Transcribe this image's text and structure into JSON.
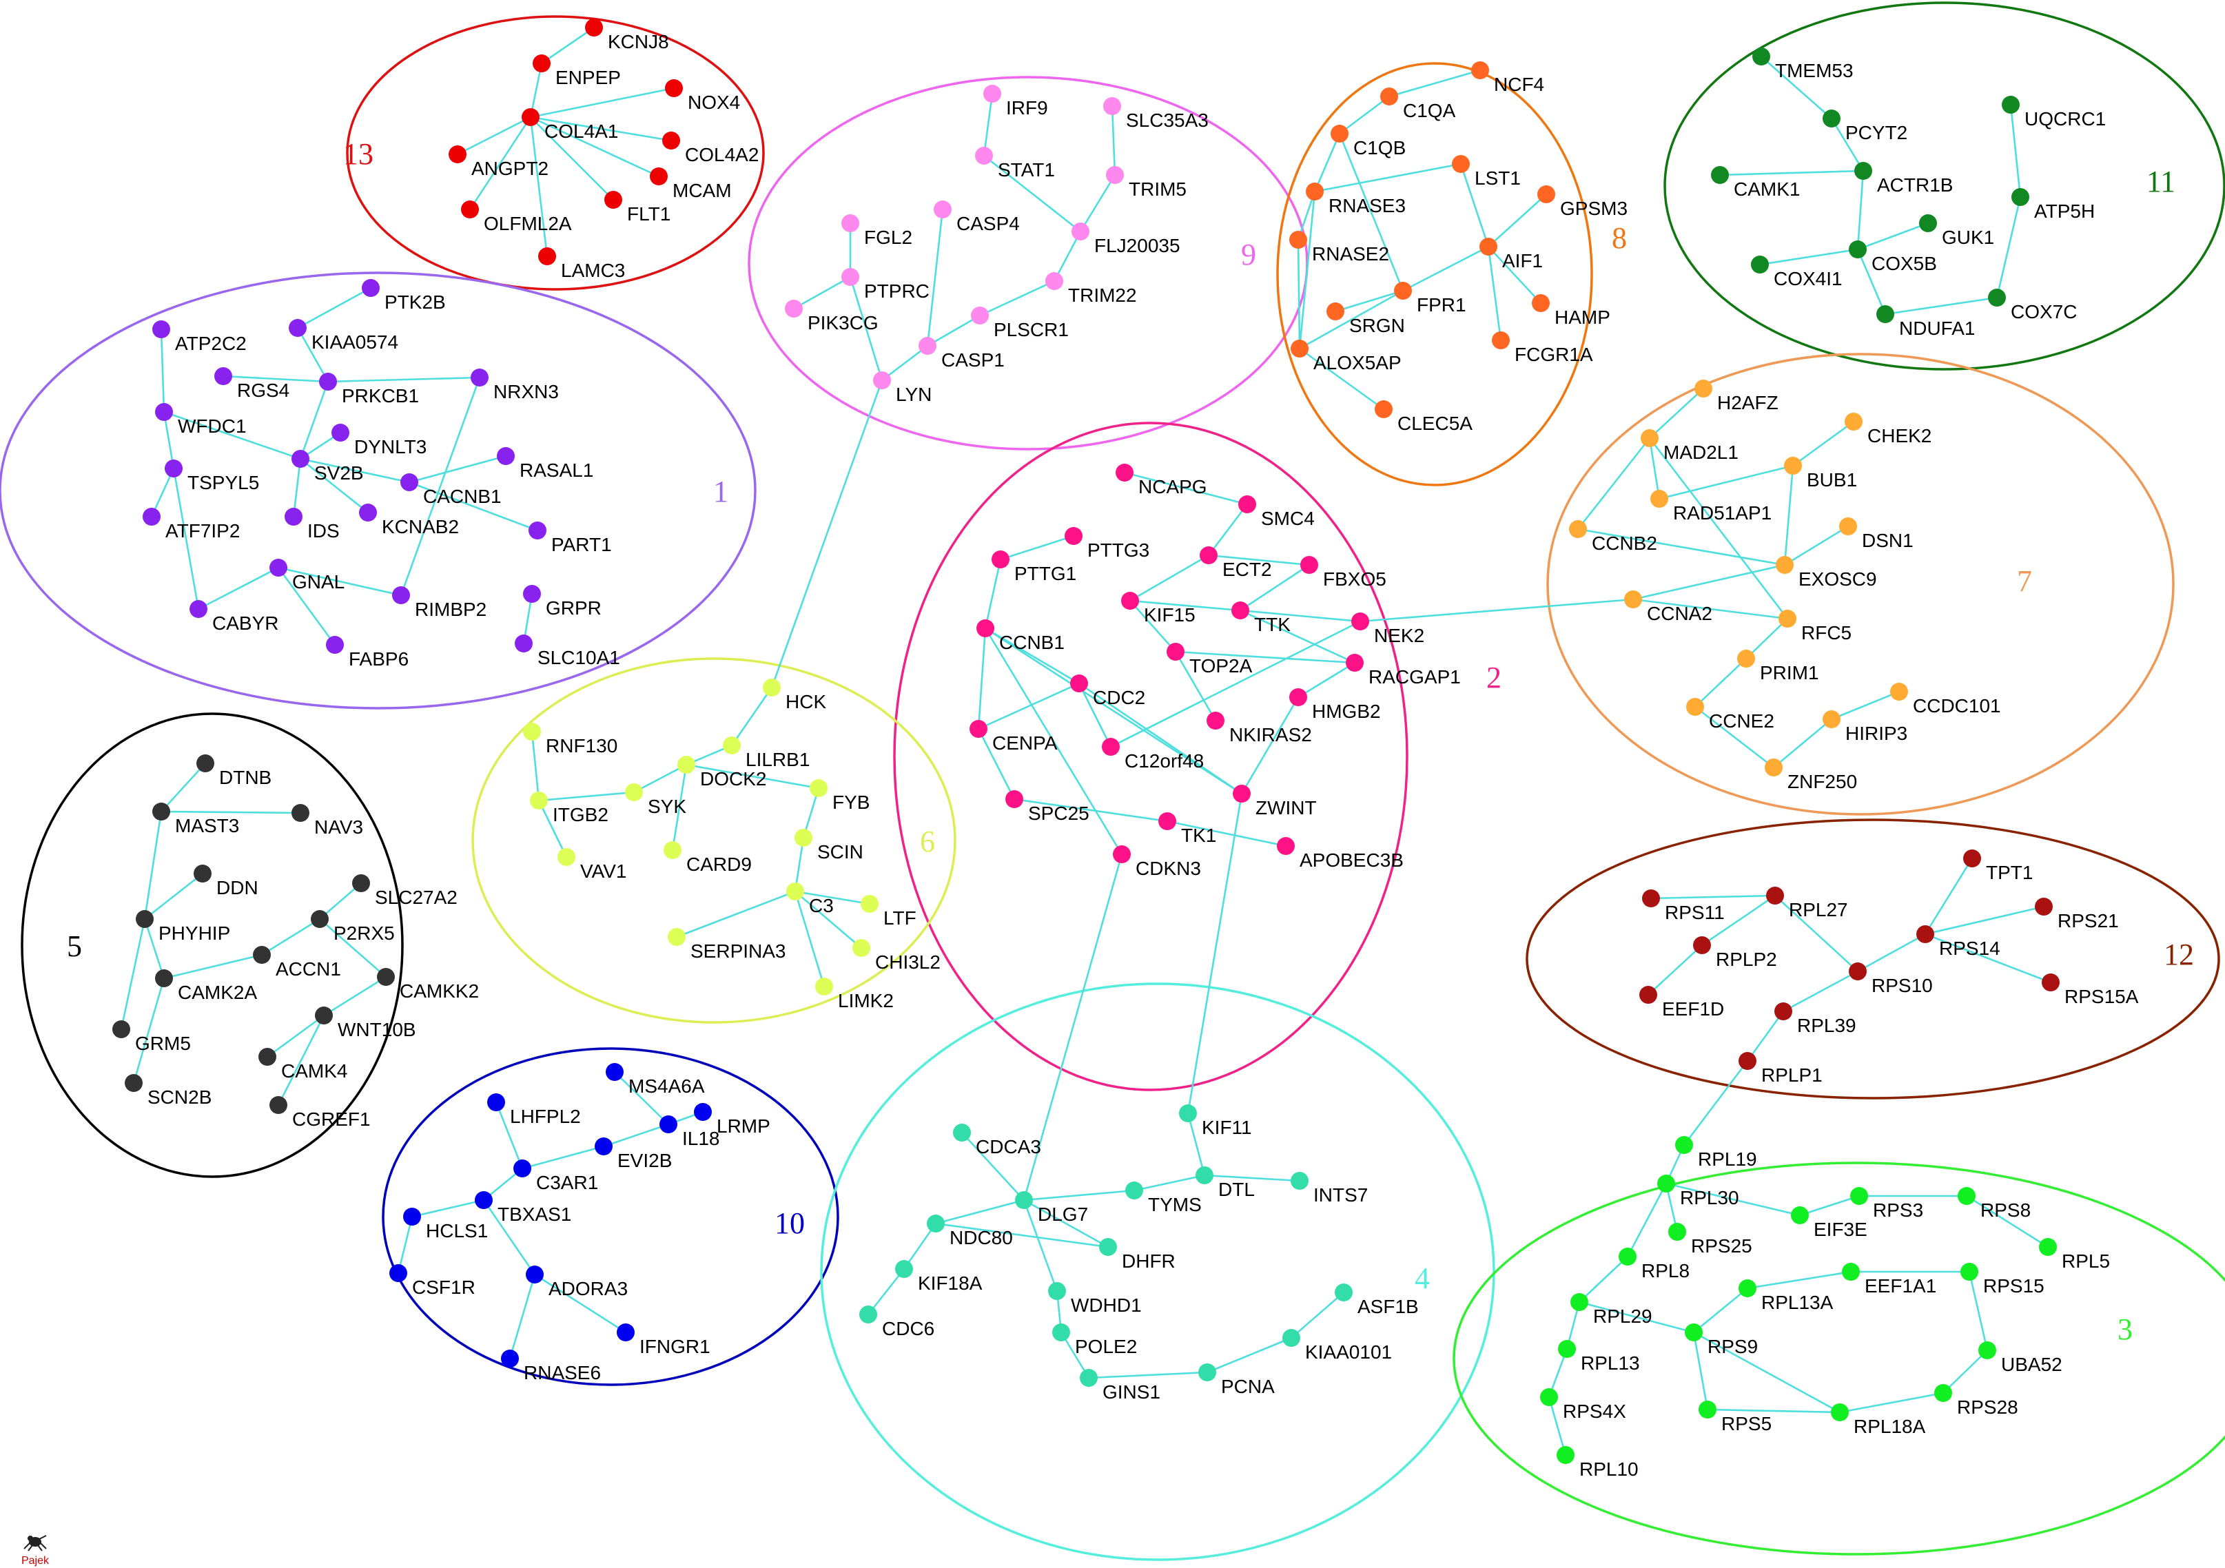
{
  "footer": {
    "logo_text": "Pajek",
    "logo_icon": "spider-icon"
  },
  "modules": [
    {
      "id": "13",
      "label": "13",
      "color": "#dd1111",
      "node_color": "#ee0000"
    },
    {
      "id": "1",
      "label": "1",
      "color": "#9966ee",
      "node_color": "#8822ee"
    },
    {
      "id": "9",
      "label": "9",
      "color": "#ee66ee",
      "node_color": "#ff88ee"
    },
    {
      "id": "8",
      "label": "8",
      "color": "#ee7711",
      "node_color": "#ff6622"
    },
    {
      "id": "11",
      "label": "11",
      "color": "#117711",
      "node_color": "#118822"
    },
    {
      "id": "2",
      "label": "2",
      "color": "#ee2288",
      "node_color": "#ff1188"
    },
    {
      "id": "7",
      "label": "7",
      "color": "#ee9955",
      "node_color": "#ffaa33"
    },
    {
      "id": "5",
      "label": "5",
      "color": "#000000",
      "node_color": "#333333"
    },
    {
      "id": "6",
      "label": "6",
      "color": "#ddee55",
      "node_color": "#ddff55"
    },
    {
      "id": "12",
      "label": "12",
      "color": "#882200",
      "node_color": "#aa1111"
    },
    {
      "id": "10",
      "label": "10",
      "color": "#0000bb",
      "node_color": "#0000ee"
    },
    {
      "id": "4",
      "label": "4",
      "color": "#55eedd",
      "node_color": "#33ddaa"
    },
    {
      "id": "3",
      "label": "3",
      "color": "#33ee33",
      "node_color": "#11ee22"
    }
  ],
  "nodes": [
    {
      "id": "KCNJ8",
      "m": "13"
    },
    {
      "id": "ENPEP",
      "m": "13"
    },
    {
      "id": "NOX4",
      "m": "13"
    },
    {
      "id": "COL4A1",
      "m": "13"
    },
    {
      "id": "COL4A2",
      "m": "13"
    },
    {
      "id": "ANGPT2",
      "m": "13"
    },
    {
      "id": "MCAM",
      "m": "13"
    },
    {
      "id": "FLT1",
      "m": "13"
    },
    {
      "id": "OLFML2A",
      "m": "13"
    },
    {
      "id": "LAMC3",
      "m": "13"
    },
    {
      "id": "PTK2B",
      "m": "1"
    },
    {
      "id": "ATP2C2",
      "m": "1"
    },
    {
      "id": "KIAA0574",
      "m": "1"
    },
    {
      "id": "RGS4",
      "m": "1"
    },
    {
      "id": "PRKCB1",
      "m": "1"
    },
    {
      "id": "NRXN3",
      "m": "1"
    },
    {
      "id": "WFDC1",
      "m": "1"
    },
    {
      "id": "DYNLT3",
      "m": "1"
    },
    {
      "id": "SV2B",
      "m": "1"
    },
    {
      "id": "RASAL1",
      "m": "1"
    },
    {
      "id": "TSPYL5",
      "m": "1"
    },
    {
      "id": "CACNB1",
      "m": "1"
    },
    {
      "id": "ATF7IP2",
      "m": "1"
    },
    {
      "id": "IDS",
      "m": "1"
    },
    {
      "id": "KCNAB2",
      "m": "1"
    },
    {
      "id": "PART1",
      "m": "1"
    },
    {
      "id": "GNAL",
      "m": "1"
    },
    {
      "id": "CABYR",
      "m": "1"
    },
    {
      "id": "RIMBP2",
      "m": "1"
    },
    {
      "id": "GRPR",
      "m": "1"
    },
    {
      "id": "FABP6",
      "m": "1"
    },
    {
      "id": "SLC10A1",
      "m": "1"
    },
    {
      "id": "IRF9",
      "m": "9"
    },
    {
      "id": "SLC35A3",
      "m": "9"
    },
    {
      "id": "STAT1",
      "m": "9"
    },
    {
      "id": "TRIM5",
      "m": "9"
    },
    {
      "id": "FGL2",
      "m": "9"
    },
    {
      "id": "CASP4",
      "m": "9"
    },
    {
      "id": "FLJ20035",
      "m": "9"
    },
    {
      "id": "PTPRC",
      "m": "9"
    },
    {
      "id": "TRIM22",
      "m": "9"
    },
    {
      "id": "PIK3CG",
      "m": "9"
    },
    {
      "id": "PLSCR1",
      "m": "9"
    },
    {
      "id": "CASP1",
      "m": "9"
    },
    {
      "id": "LYN",
      "m": "9"
    },
    {
      "id": "NCF4",
      "m": "8"
    },
    {
      "id": "C1QA",
      "m": "8"
    },
    {
      "id": "C1QB",
      "m": "8"
    },
    {
      "id": "LST1",
      "m": "8"
    },
    {
      "id": "RNASE3",
      "m": "8"
    },
    {
      "id": "GPSM3",
      "m": "8"
    },
    {
      "id": "RNASE2",
      "m": "8"
    },
    {
      "id": "AIF1",
      "m": "8"
    },
    {
      "id": "FPR1",
      "m": "8"
    },
    {
      "id": "SRGN",
      "m": "8"
    },
    {
      "id": "HAMP",
      "m": "8"
    },
    {
      "id": "ALOX5AP",
      "m": "8"
    },
    {
      "id": "FCGR1A",
      "m": "8"
    },
    {
      "id": "CLEC5A",
      "m": "8"
    },
    {
      "id": "TMEM53",
      "m": "11"
    },
    {
      "id": "UQCRC1",
      "m": "11"
    },
    {
      "id": "PCYT2",
      "m": "11"
    },
    {
      "id": "ACTR1B",
      "m": "11"
    },
    {
      "id": "CAMK1",
      "m": "11"
    },
    {
      "id": "ATP5H",
      "m": "11"
    },
    {
      "id": "GUK1",
      "m": "11"
    },
    {
      "id": "COX5B",
      "m": "11"
    },
    {
      "id": "COX4I1",
      "m": "11"
    },
    {
      "id": "COX7C",
      "m": "11"
    },
    {
      "id": "NDUFA1",
      "m": "11"
    },
    {
      "id": "NCAPG",
      "m": "2"
    },
    {
      "id": "SMC4",
      "m": "2"
    },
    {
      "id": "PTTG3",
      "m": "2"
    },
    {
      "id": "ECT2",
      "m": "2"
    },
    {
      "id": "PTTG1",
      "m": "2"
    },
    {
      "id": "FBXO5",
      "m": "2"
    },
    {
      "id": "KIF15",
      "m": "2"
    },
    {
      "id": "TTK",
      "m": "2"
    },
    {
      "id": "NEK2",
      "m": "2"
    },
    {
      "id": "CCNB1",
      "m": "2"
    },
    {
      "id": "TOP2A",
      "m": "2"
    },
    {
      "id": "RACGAP1",
      "m": "2"
    },
    {
      "id": "CDC2",
      "m": "2"
    },
    {
      "id": "HMGB2",
      "m": "2"
    },
    {
      "id": "CENPA",
      "m": "2"
    },
    {
      "id": "NKIRAS2",
      "m": "2"
    },
    {
      "id": "C12orf48",
      "m": "2"
    },
    {
      "id": "SPC25",
      "m": "2"
    },
    {
      "id": "ZWINT",
      "m": "2"
    },
    {
      "id": "TK1",
      "m": "2"
    },
    {
      "id": "CDKN3",
      "m": "2"
    },
    {
      "id": "APOBEC3B",
      "m": "2"
    },
    {
      "id": "H2AFZ",
      "m": "7"
    },
    {
      "id": "CHEK2",
      "m": "7"
    },
    {
      "id": "MAD2L1",
      "m": "7"
    },
    {
      "id": "BUB1",
      "m": "7"
    },
    {
      "id": "RAD51AP1",
      "m": "7"
    },
    {
      "id": "CCNB2",
      "m": "7"
    },
    {
      "id": "DSN1",
      "m": "7"
    },
    {
      "id": "EXOSC9",
      "m": "7"
    },
    {
      "id": "CCNA2",
      "m": "7"
    },
    {
      "id": "RFC5",
      "m": "7"
    },
    {
      "id": "PRIM1",
      "m": "7"
    },
    {
      "id": "CCDC101",
      "m": "7"
    },
    {
      "id": "CCNE2",
      "m": "7"
    },
    {
      "id": "HIRIP3",
      "m": "7"
    },
    {
      "id": "ZNF250",
      "m": "7"
    },
    {
      "id": "DTNB",
      "m": "5"
    },
    {
      "id": "MAST3",
      "m": "5"
    },
    {
      "id": "NAV3",
      "m": "5"
    },
    {
      "id": "DDN",
      "m": "5"
    },
    {
      "id": "SLC27A2",
      "m": "5"
    },
    {
      "id": "PHYHIP",
      "m": "5"
    },
    {
      "id": "P2RX5",
      "m": "5"
    },
    {
      "id": "ACCN1",
      "m": "5"
    },
    {
      "id": "CAMK2A",
      "m": "5"
    },
    {
      "id": "CAMKK2",
      "m": "5"
    },
    {
      "id": "WNT10B",
      "m": "5"
    },
    {
      "id": "GRM5",
      "m": "5"
    },
    {
      "id": "CAMK4",
      "m": "5"
    },
    {
      "id": "SCN2B",
      "m": "5"
    },
    {
      "id": "CGREF1",
      "m": "5"
    },
    {
      "id": "HCK",
      "m": "6"
    },
    {
      "id": "RNF130",
      "m": "6"
    },
    {
      "id": "LILRB1",
      "m": "6"
    },
    {
      "id": "DOCK2",
      "m": "6"
    },
    {
      "id": "ITGB2",
      "m": "6"
    },
    {
      "id": "SYK",
      "m": "6"
    },
    {
      "id": "FYB",
      "m": "6"
    },
    {
      "id": "VAV1",
      "m": "6"
    },
    {
      "id": "CARD9",
      "m": "6"
    },
    {
      "id": "SCIN",
      "m": "6"
    },
    {
      "id": "C3",
      "m": "6"
    },
    {
      "id": "LTF",
      "m": "6"
    },
    {
      "id": "SERPINA3",
      "m": "6"
    },
    {
      "id": "CHI3L2",
      "m": "6"
    },
    {
      "id": "LIMK2",
      "m": "6"
    },
    {
      "id": "TPT1",
      "m": "12"
    },
    {
      "id": "RPS11",
      "m": "12"
    },
    {
      "id": "RPL27",
      "m": "12"
    },
    {
      "id": "RPS21",
      "m": "12"
    },
    {
      "id": "RPLP2",
      "m": "12"
    },
    {
      "id": "RPS14",
      "m": "12"
    },
    {
      "id": "RPS10",
      "m": "12"
    },
    {
      "id": "EEF1D",
      "m": "12"
    },
    {
      "id": "RPS15A",
      "m": "12"
    },
    {
      "id": "RPL39",
      "m": "12"
    },
    {
      "id": "RPLP1",
      "m": "12"
    },
    {
      "id": "MS4A6A",
      "m": "10"
    },
    {
      "id": "LHFPL2",
      "m": "10"
    },
    {
      "id": "LRMP",
      "m": "10"
    },
    {
      "id": "IL18",
      "m": "10"
    },
    {
      "id": "EVI2B",
      "m": "10"
    },
    {
      "id": "C3AR1",
      "m": "10"
    },
    {
      "id": "TBXAS1",
      "m": "10"
    },
    {
      "id": "HCLS1",
      "m": "10"
    },
    {
      "id": "CSF1R",
      "m": "10"
    },
    {
      "id": "ADORA3",
      "m": "10"
    },
    {
      "id": "IFNGR1",
      "m": "10"
    },
    {
      "id": "RNASE6",
      "m": "10"
    },
    {
      "id": "KIF11",
      "m": "4"
    },
    {
      "id": "CDCA3",
      "m": "4"
    },
    {
      "id": "DTL",
      "m": "4"
    },
    {
      "id": "INTS7",
      "m": "4"
    },
    {
      "id": "DLG7",
      "m": "4"
    },
    {
      "id": "TYMS",
      "m": "4"
    },
    {
      "id": "NDC80",
      "m": "4"
    },
    {
      "id": "DHFR",
      "m": "4"
    },
    {
      "id": "KIF18A",
      "m": "4"
    },
    {
      "id": "WDHD1",
      "m": "4"
    },
    {
      "id": "ASF1B",
      "m": "4"
    },
    {
      "id": "CDC6",
      "m": "4"
    },
    {
      "id": "KIAA0101",
      "m": "4"
    },
    {
      "id": "POLE2",
      "m": "4"
    },
    {
      "id": "GINS1",
      "m": "4"
    },
    {
      "id": "PCNA",
      "m": "4"
    },
    {
      "id": "RPL19",
      "m": "3"
    },
    {
      "id": "RPL30",
      "m": "3"
    },
    {
      "id": "RPS3",
      "m": "3"
    },
    {
      "id": "RPS8",
      "m": "3"
    },
    {
      "id": "EIF3E",
      "m": "3"
    },
    {
      "id": "RPS25",
      "m": "3"
    },
    {
      "id": "RPL5",
      "m": "3"
    },
    {
      "id": "RPL8",
      "m": "3"
    },
    {
      "id": "EEF1A1",
      "m": "3"
    },
    {
      "id": "RPS15",
      "m": "3"
    },
    {
      "id": "RPL13A",
      "m": "3"
    },
    {
      "id": "RPL29",
      "m": "3"
    },
    {
      "id": "RPS9",
      "m": "3"
    },
    {
      "id": "RPL13",
      "m": "3"
    },
    {
      "id": "UBA52",
      "m": "3"
    },
    {
      "id": "RPS4X",
      "m": "3"
    },
    {
      "id": "RPS28",
      "m": "3"
    },
    {
      "id": "RPS5",
      "m": "3"
    },
    {
      "id": "RPL18A",
      "m": "3"
    },
    {
      "id": "RPL10",
      "m": "3"
    }
  ],
  "edges": [
    [
      "KCNJ8",
      "ENPEP"
    ],
    [
      "ENPEP",
      "COL4A1"
    ],
    [
      "NOX4",
      "COL4A1"
    ],
    [
      "COL4A1",
      "COL4A2"
    ],
    [
      "COL4A1",
      "ANGPT2"
    ],
    [
      "COL4A1",
      "MCAM"
    ],
    [
      "COL4A1",
      "FLT1"
    ],
    [
      "COL4A1",
      "OLFML2A"
    ],
    [
      "COL4A1",
      "LAMC3"
    ],
    [
      "PTK2B",
      "KIAA0574"
    ],
    [
      "KIAA0574",
      "PRKCB1"
    ],
    [
      "RGS4",
      "PRKCB1"
    ],
    [
      "PRKCB1",
      "SV2B"
    ],
    [
      "PRKCB1",
      "NRXN3"
    ],
    [
      "ATP2C2",
      "WFDC1"
    ],
    [
      "WFDC1",
      "TSPYL5"
    ],
    [
      "WFDC1",
      "SV2B"
    ],
    [
      "TSPYL5",
      "ATF7IP2"
    ],
    [
      "TSPYL5",
      "CABYR"
    ],
    [
      "DYNLT3",
      "SV2B"
    ],
    [
      "SV2B",
      "IDS"
    ],
    [
      "SV2B",
      "KCNAB2"
    ],
    [
      "SV2B",
      "CACNB1"
    ],
    [
      "CACNB1",
      "RASAL1"
    ],
    [
      "CACNB1",
      "PART1"
    ],
    [
      "NRXN3",
      "RIMBP2"
    ],
    [
      "GNAL",
      "CABYR"
    ],
    [
      "GNAL",
      "RIMBP2"
    ],
    [
      "GNAL",
      "FABP6"
    ],
    [
      "GRPR",
      "SLC10A1"
    ],
    [
      "IRF9",
      "STAT1"
    ],
    [
      "STAT1",
      "FLJ20035"
    ],
    [
      "SLC35A3",
      "TRIM5"
    ],
    [
      "TRIM5",
      "FLJ20035"
    ],
    [
      "FLJ20035",
      "TRIM22"
    ],
    [
      "TRIM22",
      "PLSCR1"
    ],
    [
      "PLSCR1",
      "CASP1"
    ],
    [
      "CASP4",
      "CASP1"
    ],
    [
      "FGL2",
      "PTPRC"
    ],
    [
      "PTPRC",
      "PIK3CG"
    ],
    [
      "PTPRC",
      "LYN"
    ],
    [
      "CASP1",
      "LYN"
    ],
    [
      "LYN",
      "HCK"
    ],
    [
      "NCF4",
      "C1QA"
    ],
    [
      "C1QA",
      "C1QB"
    ],
    [
      "C1QB",
      "RNASE3"
    ],
    [
      "C1QB",
      "FPR1"
    ],
    [
      "RNASE3",
      "LST1"
    ],
    [
      "RNASE3",
      "RNASE2"
    ],
    [
      "RNASE3",
      "ALOX5AP"
    ],
    [
      "LST1",
      "AIF1"
    ],
    [
      "GPSM3",
      "AIF1"
    ],
    [
      "AIF1",
      "FPR1"
    ],
    [
      "AIF1",
      "HAMP"
    ],
    [
      "AIF1",
      "FCGR1A"
    ],
    [
      "FPR1",
      "SRGN"
    ],
    [
      "FPR1",
      "ALOX5AP"
    ],
    [
      "RNASE2",
      "ALOX5AP"
    ],
    [
      "ALOX5AP",
      "CLEC5A"
    ],
    [
      "TMEM53",
      "PCYT2"
    ],
    [
      "PCYT2",
      "ACTR1B"
    ],
    [
      "CAMK1",
      "ACTR1B"
    ],
    [
      "ACTR1B",
      "COX5B"
    ],
    [
      "GUK1",
      "COX5B"
    ],
    [
      "COX5B",
      "COX4I1"
    ],
    [
      "COX5B",
      "NDUFA1"
    ],
    [
      "NDUFA1",
      "COX7C"
    ],
    [
      "COX7C",
      "ATP5H"
    ],
    [
      "ATP5H",
      "UQCRC1"
    ],
    [
      "NCAPG",
      "SMC4"
    ],
    [
      "SMC4",
      "ECT2"
    ],
    [
      "PTTG3",
      "PTTG1"
    ],
    [
      "PTTG1",
      "CCNB1"
    ],
    [
      "ECT2",
      "KIF15"
    ],
    [
      "ECT2",
      "FBXO5"
    ],
    [
      "FBXO5",
      "TTK"
    ],
    [
      "KIF15",
      "TTK"
    ],
    [
      "KIF15",
      "TOP2A"
    ],
    [
      "TTK",
      "NEK2"
    ],
    [
      "TTK",
      "RACGAP1"
    ],
    [
      "NEK2",
      "CCNA2"
    ],
    [
      "NEK2",
      "C12orf48"
    ],
    [
      "CCNB1",
      "CENPA"
    ],
    [
      "CCNB1",
      "CDC2"
    ],
    [
      "CCNB1",
      "CDKN3"
    ],
    [
      "CCNB1",
      "ZWINT"
    ],
    [
      "CDC2",
      "CENPA"
    ],
    [
      "CDC2",
      "C12orf48"
    ],
    [
      "CDC2",
      "ZWINT"
    ],
    [
      "TOP2A",
      "NKIRAS2"
    ],
    [
      "TOP2A",
      "RACGAP1"
    ],
    [
      "RACGAP1",
      "HMGB2"
    ],
    [
      "HMGB2",
      "ZWINT"
    ],
    [
      "CENPA",
      "SPC25"
    ],
    [
      "SPC25",
      "TK1"
    ],
    [
      "TK1",
      "APOBEC3B"
    ],
    [
      "ZWINT",
      "KIF11"
    ],
    [
      "CDKN3",
      "DLG7"
    ],
    [
      "H2AFZ",
      "MAD2L1"
    ],
    [
      "MAD2L1",
      "CCNB2"
    ],
    [
      "MAD2L1",
      "RAD51AP1"
    ],
    [
      "MAD2L1",
      "RFC5"
    ],
    [
      "CHEK2",
      "BUB1"
    ],
    [
      "BUB1",
      "RAD51AP1"
    ],
    [
      "BUB1",
      "EXOSC9"
    ],
    [
      "CCNB2",
      "EXOSC9"
    ],
    [
      "DSN1",
      "EXOSC9"
    ],
    [
      "EXOSC9",
      "CCNA2"
    ],
    [
      "CCNA2",
      "RFC5"
    ],
    [
      "RFC5",
      "PRIM1"
    ],
    [
      "PRIM1",
      "CCNE2"
    ],
    [
      "CCNE2",
      "ZNF250"
    ],
    [
      "HIRIP3",
      "ZNF250"
    ],
    [
      "HIRIP3",
      "CCDC101"
    ],
    [
      "DTNB",
      "MAST3"
    ],
    [
      "MAST3",
      "NAV3"
    ],
    [
      "MAST3",
      "PHYHIP"
    ],
    [
      "DDN",
      "PHYHIP"
    ],
    [
      "PHYHIP",
      "CAMK2A"
    ],
    [
      "PHYHIP",
      "GRM5"
    ],
    [
      "SLC27A2",
      "P2RX5"
    ],
    [
      "P2RX5",
      "ACCN1"
    ],
    [
      "P2RX5",
      "CAMKK2"
    ],
    [
      "ACCN1",
      "CAMK2A"
    ],
    [
      "CAMK2A",
      "SCN2B"
    ],
    [
      "CAMKK2",
      "WNT10B"
    ],
    [
      "WNT10B",
      "CAMK4"
    ],
    [
      "WNT10B",
      "CGREF1"
    ],
    [
      "HCK",
      "LILRB1"
    ],
    [
      "LILRB1",
      "DOCK2"
    ],
    [
      "RNF130",
      "ITGB2"
    ],
    [
      "ITGB2",
      "SYK"
    ],
    [
      "ITGB2",
      "VAV1"
    ],
    [
      "SYK",
      "DOCK2"
    ],
    [
      "DOCK2",
      "FYB"
    ],
    [
      "DOCK2",
      "CARD9"
    ],
    [
      "FYB",
      "SCIN"
    ],
    [
      "SCIN",
      "C3"
    ],
    [
      "C3",
      "LTF"
    ],
    [
      "C3",
      "SERPINA3"
    ],
    [
      "C3",
      "CHI3L2"
    ],
    [
      "C3",
      "LIMK2"
    ],
    [
      "RPS11",
      "RPL27"
    ],
    [
      "RPL27",
      "RPLP2"
    ],
    [
      "RPL27",
      "RPS10"
    ],
    [
      "RPLP2",
      "EEF1D"
    ],
    [
      "TPT1",
      "RPS14"
    ],
    [
      "RPS21",
      "RPS14"
    ],
    [
      "RPS14",
      "RPS10"
    ],
    [
      "RPS14",
      "RPS15A"
    ],
    [
      "RPS10",
      "RPL39"
    ],
    [
      "RPL39",
      "RPLP1"
    ],
    [
      "RPLP1",
      "RPL19"
    ],
    [
      "MS4A6A",
      "IL18"
    ],
    [
      "IL18",
      "LRMP"
    ],
    [
      "IL18",
      "EVI2B"
    ],
    [
      "LHFPL2",
      "C3AR1"
    ],
    [
      "EVI2B",
      "C3AR1"
    ],
    [
      "C3AR1",
      "TBXAS1"
    ],
    [
      "TBXAS1",
      "HCLS1"
    ],
    [
      "TBXAS1",
      "ADORA3"
    ],
    [
      "HCLS1",
      "CSF1R"
    ],
    [
      "ADORA3",
      "IFNGR1"
    ],
    [
      "ADORA3",
      "RNASE6"
    ],
    [
      "KIF11",
      "DTL"
    ],
    [
      "DTL",
      "INTS7"
    ],
    [
      "DTL",
      "TYMS"
    ],
    [
      "TYMS",
      "DLG7"
    ],
    [
      "CDCA3",
      "DLG7"
    ],
    [
      "DLG7",
      "NDC80"
    ],
    [
      "DLG7",
      "DHFR"
    ],
    [
      "DLG7",
      "WDHD1"
    ],
    [
      "NDC80",
      "KIF18A"
    ],
    [
      "KIF18A",
      "CDC6"
    ],
    [
      "NDC80",
      "DHFR"
    ],
    [
      "WDHD1",
      "POLE2"
    ],
    [
      "POLE2",
      "GINS1"
    ],
    [
      "GINS1",
      "PCNA"
    ],
    [
      "PCNA",
      "KIAA0101"
    ],
    [
      "KIAA0101",
      "ASF1B"
    ],
    [
      "RPL19",
      "RPL30"
    ],
    [
      "RPL30",
      "EIF3E"
    ],
    [
      "RPL30",
      "RPS25"
    ],
    [
      "RPL30",
      "RPL8"
    ],
    [
      "EIF3E",
      "RPS3"
    ],
    [
      "RPS3",
      "RPS8"
    ],
    [
      "RPS8",
      "RPL5"
    ],
    [
      "RPL8",
      "RPL29"
    ],
    [
      "RPL29",
      "RPS9"
    ],
    [
      "RPL29",
      "RPL13"
    ],
    [
      "RPL13",
      "RPS4X"
    ],
    [
      "RPS4X",
      "RPL10"
    ],
    [
      "RPS9",
      "RPL13A"
    ],
    [
      "RPL13A",
      "EEF1A1"
    ],
    [
      "EEF1A1",
      "RPS15"
    ],
    [
      "RPS15",
      "UBA52"
    ],
    [
      "UBA52",
      "RPS28"
    ],
    [
      "RPS28",
      "RPL18A"
    ],
    [
      "RPS9",
      "RPS5"
    ],
    [
      "RPS5",
      "RPL18A"
    ],
    [
      "RPS9",
      "RPL18A"
    ]
  ]
}
